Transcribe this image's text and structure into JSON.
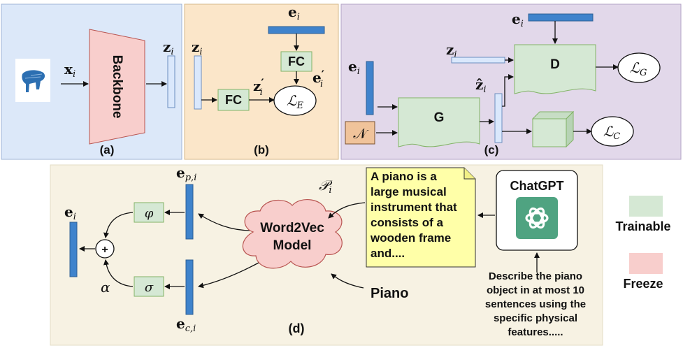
{
  "colors": {
    "panel_a_bg": "#dce8f9",
    "panel_b_bg": "#fbe6c9",
    "panel_c_bg": "#e2d8ea",
    "panel_d_bg": "#f7f2e3",
    "trainable": "#d5e8d4",
    "freeze": "#f8cecc",
    "embedding_bar": "#3f83cc",
    "latent_bar": "#dae8fc",
    "note_fill": "#ffffa8",
    "noise_fill": "#f0c39a"
  },
  "panel_a": {
    "caption": "(a)",
    "backbone_label": "Backbone",
    "input_label": "x",
    "input_sub": "i",
    "output_label": "z",
    "output_sub": "i",
    "input_icon": "piano-point-cloud-icon"
  },
  "panel_b": {
    "caption": "(b)",
    "z_label": "z",
    "z_sub": "i",
    "e_label": "e",
    "e_sub": "i",
    "fc_top": "FC",
    "fc_bottom": "FC",
    "z_prime_label": "z",
    "z_prime_sub": "i",
    "z_prime_mark": "′",
    "e_prime_label": "e",
    "e_prime_sub": "i",
    "e_prime_mark": "′",
    "loss_label": "ℒ",
    "loss_sub": "E"
  },
  "panel_c": {
    "caption": "(c)",
    "e_top_label": "e",
    "e_top_sub": "i",
    "z_label": "z",
    "z_sub": "i",
    "e_left_label": "e",
    "e_left_sub": "i",
    "z_hat_label": "ẑ",
    "z_hat_sub": "i",
    "noise_label": "𝒩",
    "generator_label": "G",
    "discriminator_label": "D",
    "loss_g_label": "ℒ",
    "loss_g_sub": "G",
    "loss_c_label": "ℒ",
    "loss_c_sub": "C"
  },
  "panel_d": {
    "caption": "(d)",
    "e_out_label": "e",
    "e_out_sub": "i",
    "ep_label": "e",
    "ep_sub": "p,i",
    "ec_label": "e",
    "ec_sub": "c,i",
    "phi_label": "φ",
    "sigma_label": "σ",
    "alpha_label": "α",
    "plus_label": "+",
    "p_label": "𝒫",
    "p_sub": "i",
    "word2vec_line1": "Word2Vec",
    "word2vec_line2": "Model",
    "piano_label": "Piano",
    "chatgpt_label": "ChatGPT",
    "chatgpt_icon": "openai-logo-icon",
    "description_lines": [
      "A piano is a",
      "large musical",
      "instrument that",
      "consists of a",
      "wooden frame",
      "and...."
    ],
    "prompt_lines": [
      "Describe the piano",
      "object in at most 10",
      "sentences using the",
      "specific physical",
      "features....."
    ]
  },
  "legend": {
    "trainable_label": "Trainable",
    "freeze_label": "Freeze"
  }
}
